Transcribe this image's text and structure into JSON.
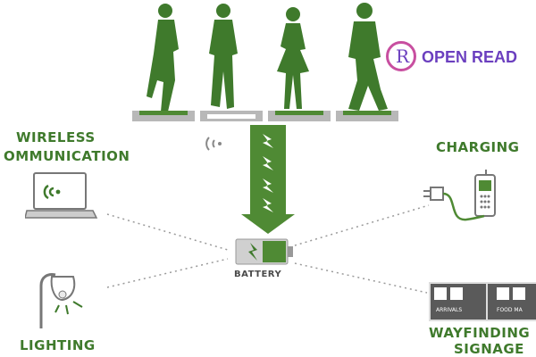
{
  "labels": {
    "wireless_line1": "WIRELESS",
    "wireless_line2": "OMMUNICATION",
    "charging": "CHARGING",
    "battery": "BATTERY",
    "lighting": "LIGHTING",
    "wayfinding_line1": "WAYFINDING",
    "wayfinding_line2": "SIGNAGE",
    "arrivals": "ARRIVALS",
    "food": "FOOD MA"
  },
  "brand": {
    "name": "OPEN READ",
    "logo_letter": "R"
  },
  "colors": {
    "green": "#4f8a34",
    "dark_green": "#3f7a2c",
    "gray": "#8a8a8a",
    "brand_purple": "#6b3fbf"
  },
  "icons": {
    "people": [
      "person-walking-icon",
      "person-walking-icon",
      "person-walking-icon",
      "person-walking-icon"
    ],
    "wireless": "laptop-wifi-icon",
    "charging": "phone-charger-icon",
    "lighting": "lamp-icon",
    "signage": "signage-icon",
    "battery": "battery-icon"
  }
}
